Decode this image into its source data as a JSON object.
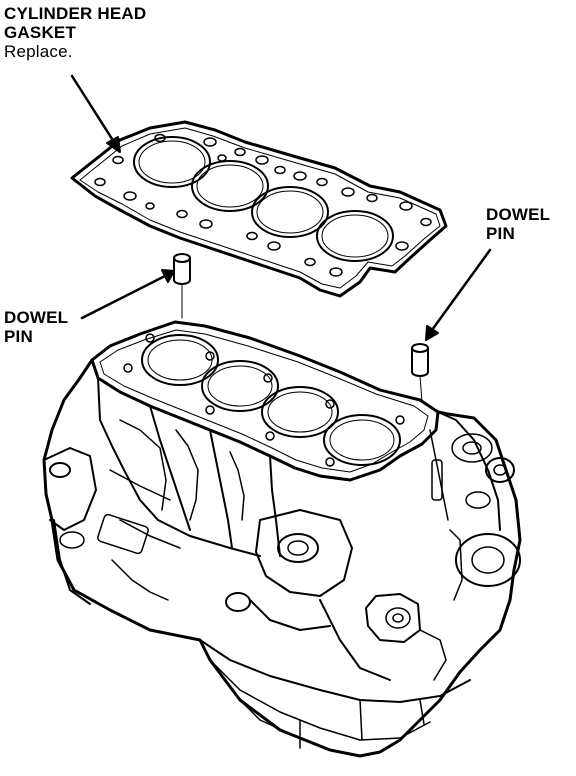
{
  "labels": {
    "gasket": {
      "line1": "CYLINDER HEAD",
      "line2": "GASKET",
      "line3": "Replace."
    },
    "dowel_right": {
      "line1": "DOWEL",
      "line2": "PIN"
    },
    "dowel_left": {
      "line1": "DOWEL",
      "line2": "PIN"
    }
  },
  "colors": {
    "ink": "#000000",
    "paper": "#ffffff"
  }
}
